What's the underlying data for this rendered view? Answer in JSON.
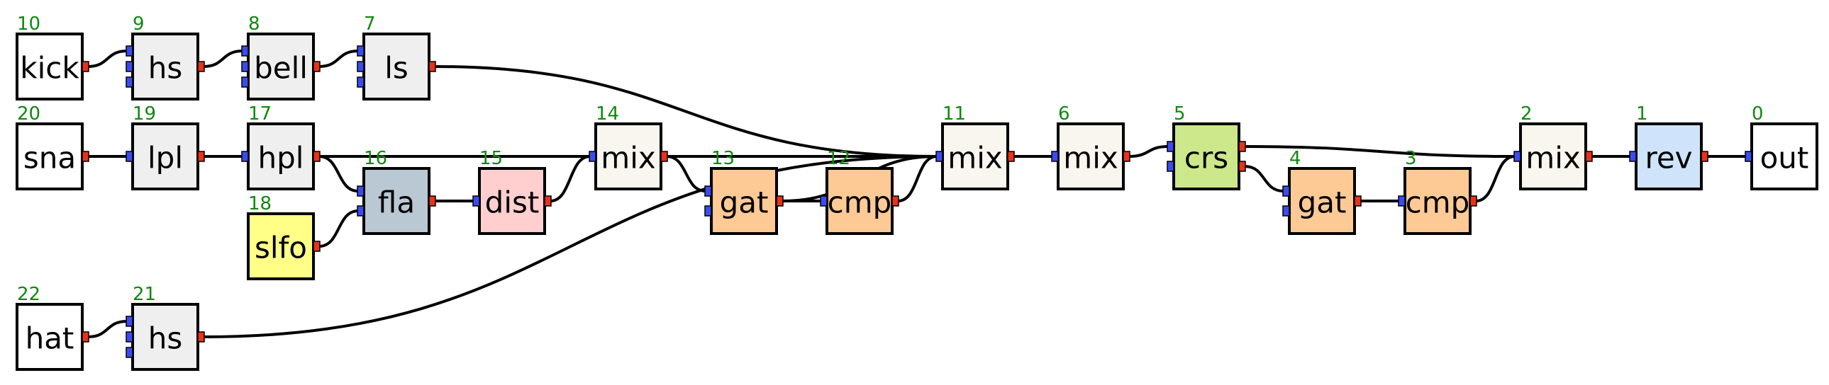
{
  "nodes": [
    {
      "id": "10",
      "label": "kick",
      "fill": "#ffffff",
      "stroke": "#1a1ad6",
      "inputs": 0,
      "outputs": 1
    },
    {
      "id": "9",
      "label": "hs",
      "fill": "#efefef",
      "stroke": "#000000",
      "inputs": 3,
      "outputs": 1
    },
    {
      "id": "8",
      "label": "bell",
      "fill": "#efefef",
      "stroke": "#000000",
      "inputs": 3,
      "outputs": 1
    },
    {
      "id": "7",
      "label": "ls",
      "fill": "#efefef",
      "stroke": "#000000",
      "inputs": 3,
      "outputs": 1
    },
    {
      "id": "20",
      "label": "sna",
      "fill": "#ffffff",
      "stroke": "#1a1ad6",
      "inputs": 0,
      "outputs": 1
    },
    {
      "id": "19",
      "label": "lpl",
      "fill": "#efefef",
      "stroke": "#000000",
      "inputs": 1,
      "outputs": 1
    },
    {
      "id": "17",
      "label": "hpl",
      "fill": "#efefef",
      "stroke": "#000000",
      "inputs": 1,
      "outputs": 1
    },
    {
      "id": "16",
      "label": "fla",
      "fill": "#b9c8d3",
      "stroke": "#000000",
      "inputs": 2,
      "outputs": 1
    },
    {
      "id": "15",
      "label": "dist",
      "fill": "#ffcfcf",
      "stroke": "#000000",
      "inputs": 1,
      "outputs": 1
    },
    {
      "id": "18",
      "label": "slfo",
      "fill": "#ffff88",
      "stroke": "#000000",
      "inputs": 0,
      "outputs": 1
    },
    {
      "id": "14",
      "label": "mix",
      "fill": "#f8f6ee",
      "stroke": "#000000",
      "inputs": 1,
      "outputs": 1
    },
    {
      "id": "13",
      "label": "gat",
      "fill": "#fdca96",
      "stroke": "#000000",
      "inputs": 2,
      "outputs": 1
    },
    {
      "id": "12",
      "label": "cmp",
      "fill": "#fdca96",
      "stroke": "#000000",
      "inputs": 1,
      "outputs": 1
    },
    {
      "id": "11",
      "label": "mix",
      "fill": "#f8f6ee",
      "stroke": "#000000",
      "inputs": 1,
      "outputs": 1
    },
    {
      "id": "6",
      "label": "mix",
      "fill": "#f8f6ee",
      "stroke": "#000000",
      "inputs": 1,
      "outputs": 1
    },
    {
      "id": "5",
      "label": "crs",
      "fill": "#cce88a",
      "stroke": "#000000",
      "inputs": 2,
      "outputs": 2
    },
    {
      "id": "4",
      "label": "gat",
      "fill": "#fdca96",
      "stroke": "#000000",
      "inputs": 2,
      "outputs": 1
    },
    {
      "id": "3",
      "label": "cmp",
      "fill": "#fdca96",
      "stroke": "#000000",
      "inputs": 1,
      "outputs": 1
    },
    {
      "id": "2",
      "label": "mix",
      "fill": "#f8f6ee",
      "stroke": "#000000",
      "inputs": 1,
      "outputs": 1
    },
    {
      "id": "1",
      "label": "rev",
      "fill": "#cfe4fb",
      "stroke": "#000000",
      "inputs": 1,
      "outputs": 1
    },
    {
      "id": "0",
      "label": "out",
      "fill": "#ffffff",
      "stroke": "#e02020",
      "inputs": 1,
      "outputs": 0
    },
    {
      "id": "22",
      "label": "hat",
      "fill": "#ffffff",
      "stroke": "#1a1ad6",
      "inputs": 0,
      "outputs": 1
    },
    {
      "id": "21",
      "label": "hs",
      "fill": "#efefef",
      "stroke": "#000000",
      "inputs": 3,
      "outputs": 1
    }
  ],
  "edges": [
    {
      "from": "10",
      "to": "9"
    },
    {
      "from": "9",
      "to": "8"
    },
    {
      "from": "8",
      "to": "7"
    },
    {
      "from": "7",
      "to": "11"
    },
    {
      "from": "20",
      "to": "19"
    },
    {
      "from": "19",
      "to": "17"
    },
    {
      "from": "17",
      "to": "14"
    },
    {
      "from": "17",
      "to": "16"
    },
    {
      "from": "18",
      "to": "16"
    },
    {
      "from": "16",
      "to": "15"
    },
    {
      "from": "15",
      "to": "14"
    },
    {
      "from": "14",
      "to": "13"
    },
    {
      "from": "14",
      "to": "11"
    },
    {
      "from": "13",
      "to": "12"
    },
    {
      "from": "13",
      "to": "11"
    },
    {
      "from": "12",
      "to": "11"
    },
    {
      "from": "22",
      "to": "21"
    },
    {
      "from": "21",
      "to": "11"
    },
    {
      "from": "11",
      "to": "6"
    },
    {
      "from": "6",
      "to": "5"
    },
    {
      "from": "5",
      "to": "2"
    },
    {
      "from": "5",
      "to": "4"
    },
    {
      "from": "4",
      "to": "3"
    },
    {
      "from": "3",
      "to": "2"
    },
    {
      "from": "2",
      "to": "1"
    },
    {
      "from": "1",
      "to": "0"
    }
  ]
}
